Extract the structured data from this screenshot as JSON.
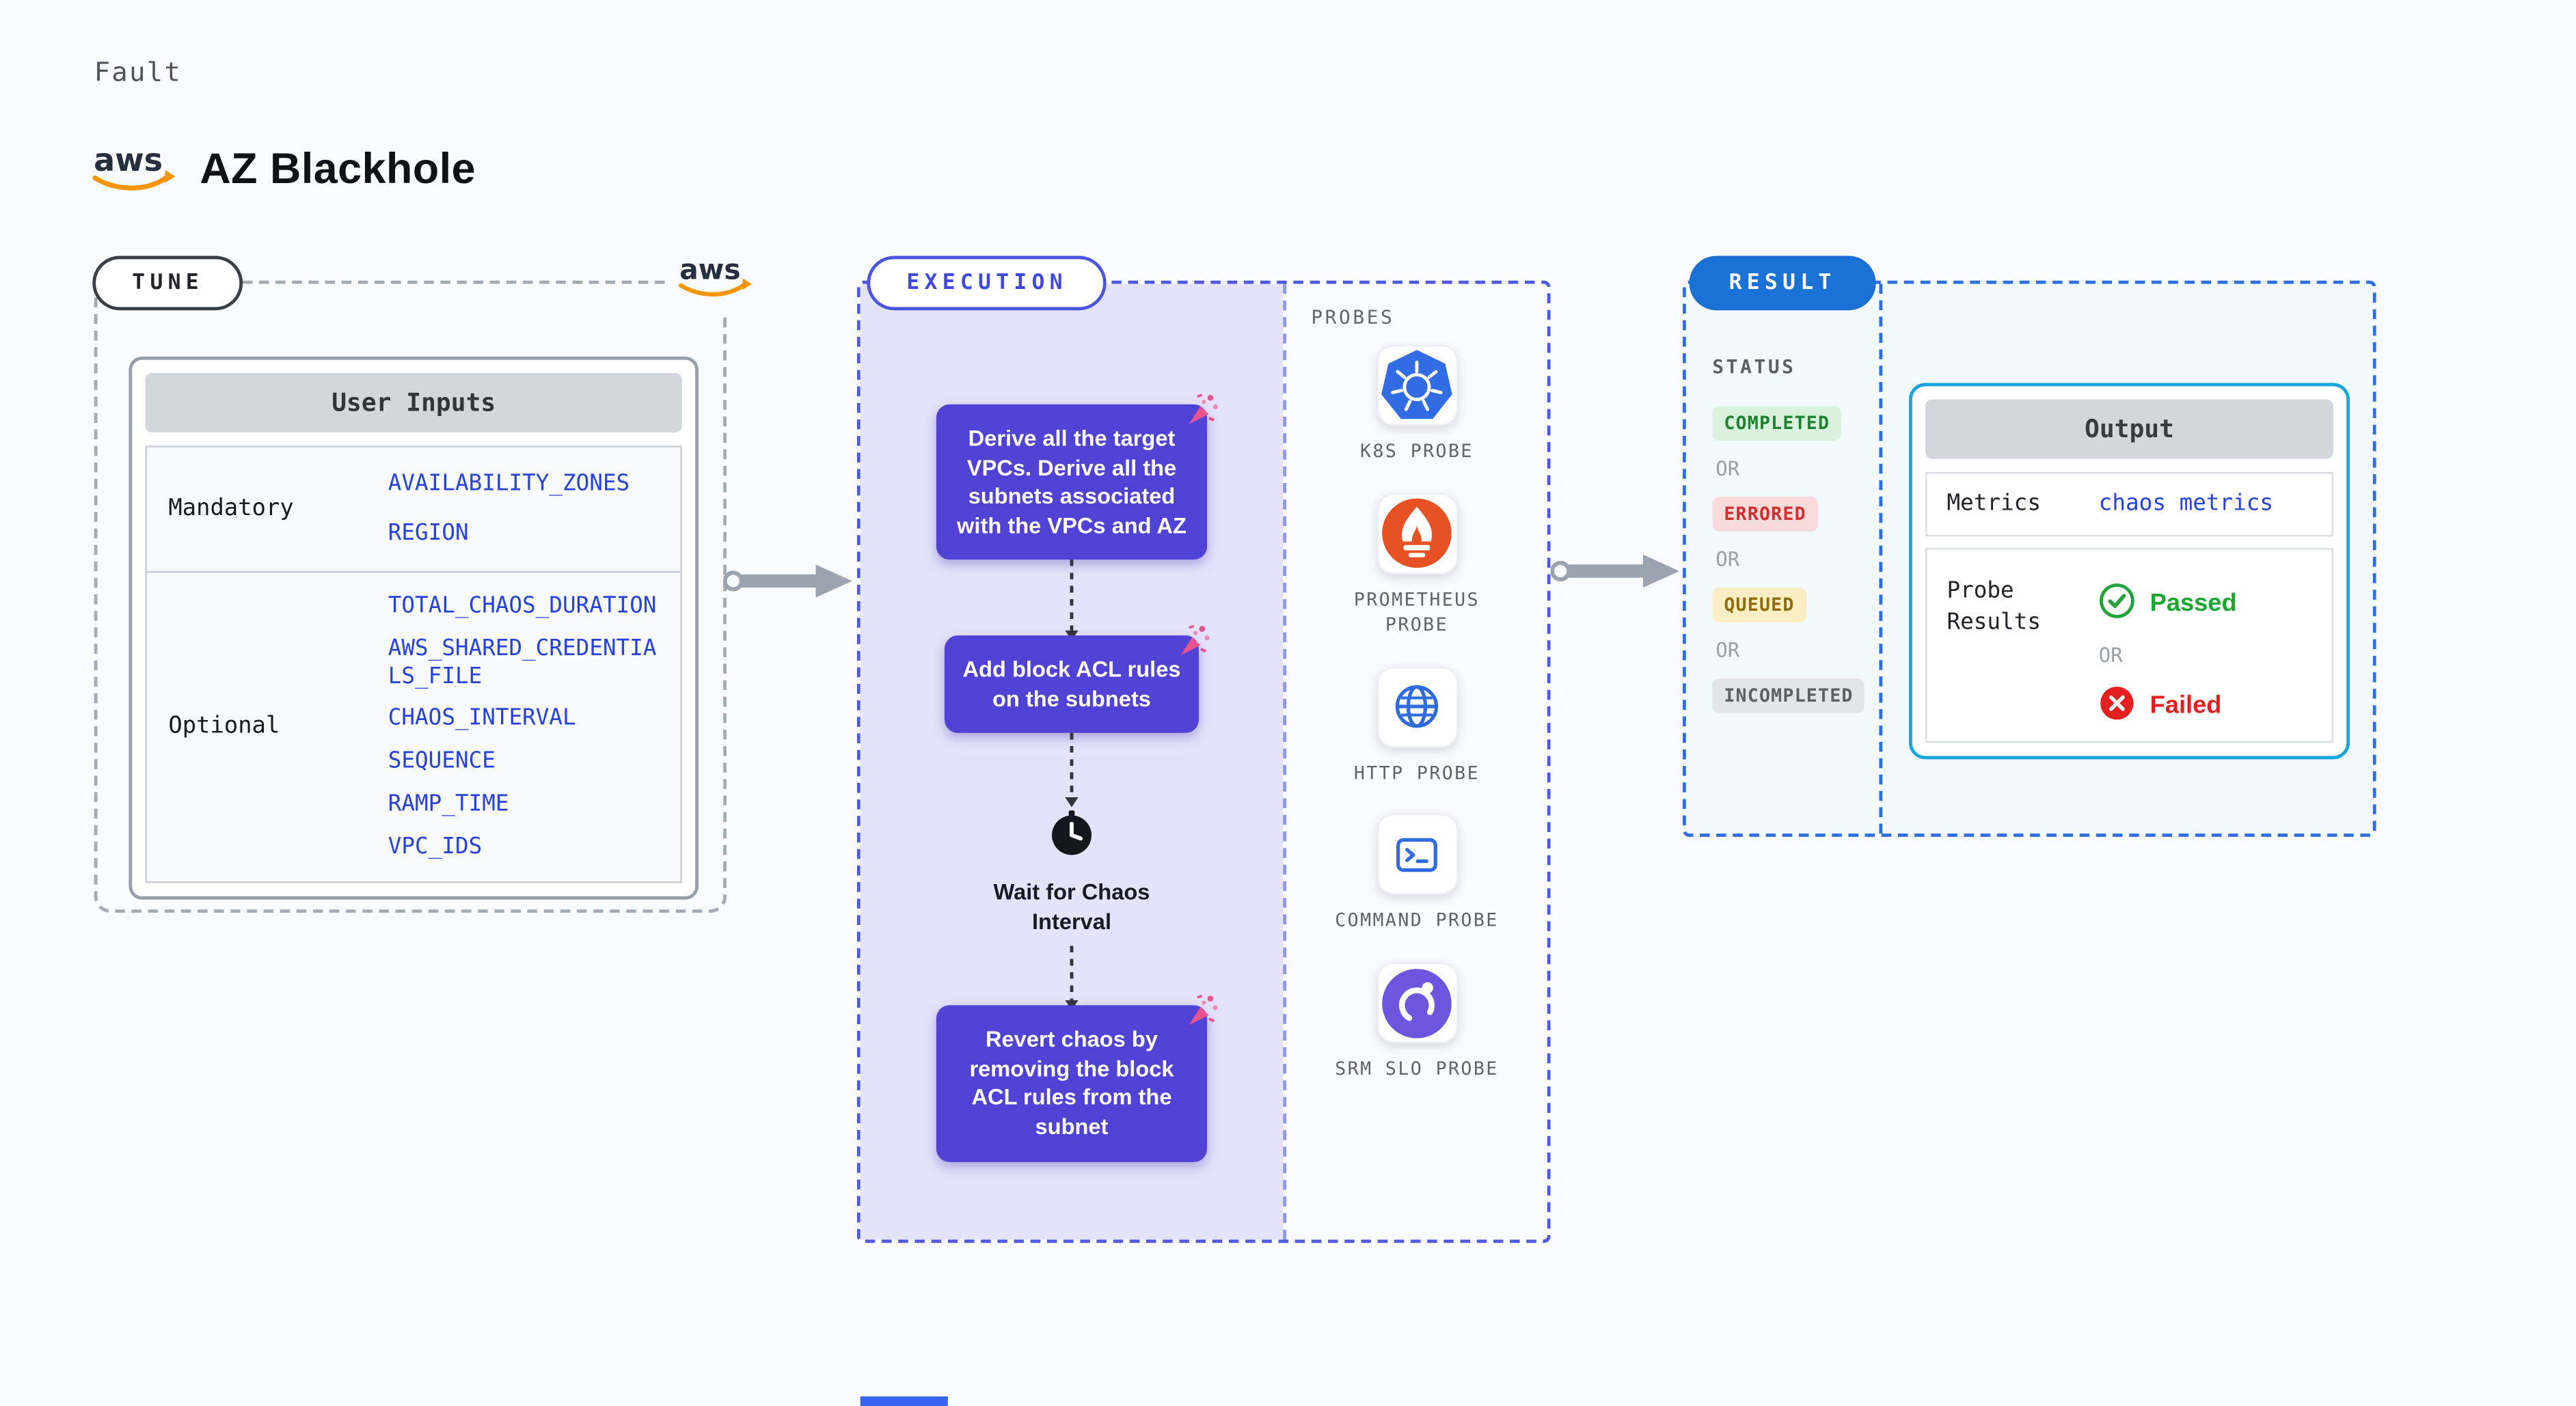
{
  "header": {
    "kicker": "Fault",
    "title": "AZ Blackhole"
  },
  "tune": {
    "badge": "TUNE",
    "table": {
      "title": "User Inputs",
      "rows": [
        {
          "label": "Mandatory",
          "values": [
            "AVAILABILITY_ZONES",
            "REGION"
          ]
        },
        {
          "label": "Optional",
          "values": [
            "TOTAL_CHAOS_DURATION",
            "AWS_SHARED_CREDENTIALS_FILE",
            "CHAOS_INTERVAL",
            "SEQUENCE",
            "RAMP_TIME",
            "VPC_IDS"
          ]
        }
      ]
    }
  },
  "execution": {
    "badge": "EXECUTION",
    "steps": [
      {
        "type": "box",
        "text": "Derive all the target VPCs. Derive all the subnets associated with the VPCs and AZ"
      },
      {
        "type": "box",
        "text": "Add block ACL rules on the subnets"
      },
      {
        "type": "wait",
        "text": "Wait for Chaos Interval"
      },
      {
        "type": "box",
        "text": "Revert chaos by removing the block ACL rules from the subnet"
      }
    ]
  },
  "probes": {
    "title": "PROBES",
    "items": [
      {
        "label": "K8S PROBE",
        "icon": "kubernetes-icon"
      },
      {
        "label": "PROMETHEUS PROBE",
        "icon": "prometheus-icon"
      },
      {
        "label": "HTTP PROBE",
        "icon": "globe-icon"
      },
      {
        "label": "COMMAND PROBE",
        "icon": "terminal-icon"
      },
      {
        "label": "SRM SLO PROBE",
        "icon": "srm-slo-icon"
      }
    ]
  },
  "result": {
    "badge": "RESULT",
    "status_title": "STATUS",
    "or_label": "OR",
    "statuses": [
      {
        "label": "COMPLETED",
        "bg": "#daf2dd",
        "color": "#1e8230"
      },
      {
        "label": "ERRORED",
        "bg": "#fadbdb",
        "color": "#d32f2f"
      },
      {
        "label": "QUEUED",
        "bg": "#fbeec5",
        "color": "#8d6d0a"
      },
      {
        "label": "INCOMPLETED",
        "bg": "#e3e5e9",
        "color": "#5c6066"
      }
    ],
    "output": {
      "title": "Output",
      "metrics_label": "Metrics",
      "metrics_value": "chaos metrics",
      "probe_results_label": "Probe Results",
      "passed": "Passed",
      "failed": "Failed"
    }
  },
  "colors": {
    "flow_box": "#5142d6",
    "flow_panel_bg": "#e5e3fb",
    "execution_border": "#4e58e2",
    "result_border": "#2e6de2",
    "output_border": "#17a5de",
    "value_text": "#2742d8",
    "aws_orange": "#f79400"
  }
}
